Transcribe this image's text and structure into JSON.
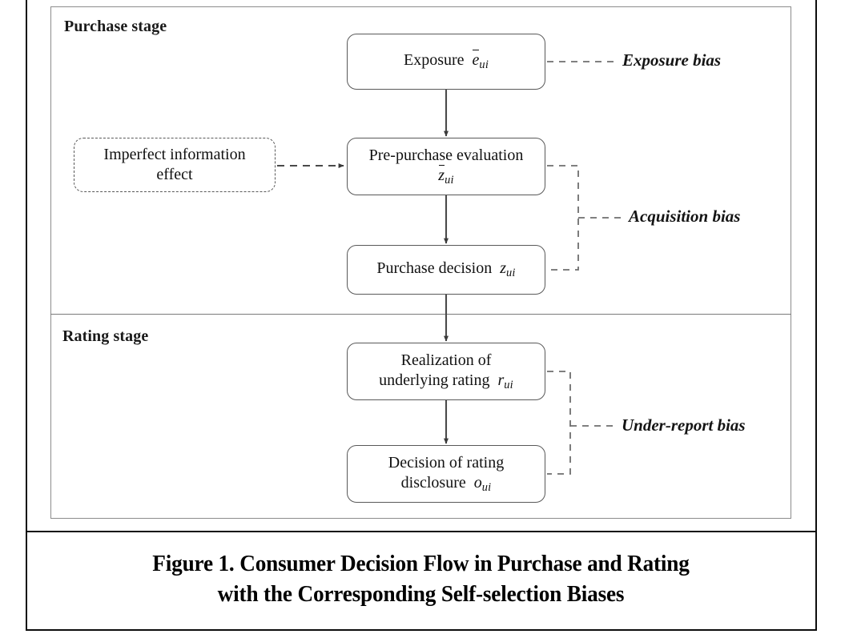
{
  "figure": {
    "caption_line1": "Figure 1. Consumer Decision Flow in Purchase and Rating",
    "caption_line2": "with the Corresponding Self-selection Biases"
  },
  "stages": {
    "purchase": {
      "label": "Purchase stage"
    },
    "rating": {
      "label": "Rating stage"
    }
  },
  "nodes": {
    "exposure": {
      "text": "Exposure",
      "symbol": "e",
      "symbol_overbar": true,
      "subscript": "ui",
      "style": "solid"
    },
    "prepurchase": {
      "text": "Pre-purchase evaluation",
      "symbol": "z",
      "symbol_overbar": true,
      "subscript": "ui",
      "style": "solid"
    },
    "purchase_decision": {
      "text": "Purchase decision",
      "symbol": "z",
      "symbol_overbar": false,
      "subscript": "ui",
      "style": "solid"
    },
    "realization": {
      "text_line1": "Realization of",
      "text_line2": "underlying rating",
      "symbol": "r",
      "symbol_overbar": false,
      "subscript": "ui",
      "style": "solid"
    },
    "disclosure": {
      "text_line1": "Decision of rating",
      "text_line2": "disclosure",
      "symbol": "o",
      "symbol_overbar": false,
      "subscript": "ui",
      "style": "solid"
    },
    "imperfect_info": {
      "text_line1": "Imperfect information",
      "text_line2": "effect",
      "style": "dashed"
    }
  },
  "biases": {
    "exposure": {
      "label": "Exposure bias"
    },
    "acquisition": {
      "label": "Acquisition bias"
    },
    "underreport": {
      "label": "Under-report bias"
    }
  },
  "colors": {
    "frame_black": "#0d0d0d",
    "panel_gray": "#8c8c8c",
    "node_stroke": "#595959",
    "connector_gray": "#6e6e6e",
    "text": "#111111"
  }
}
